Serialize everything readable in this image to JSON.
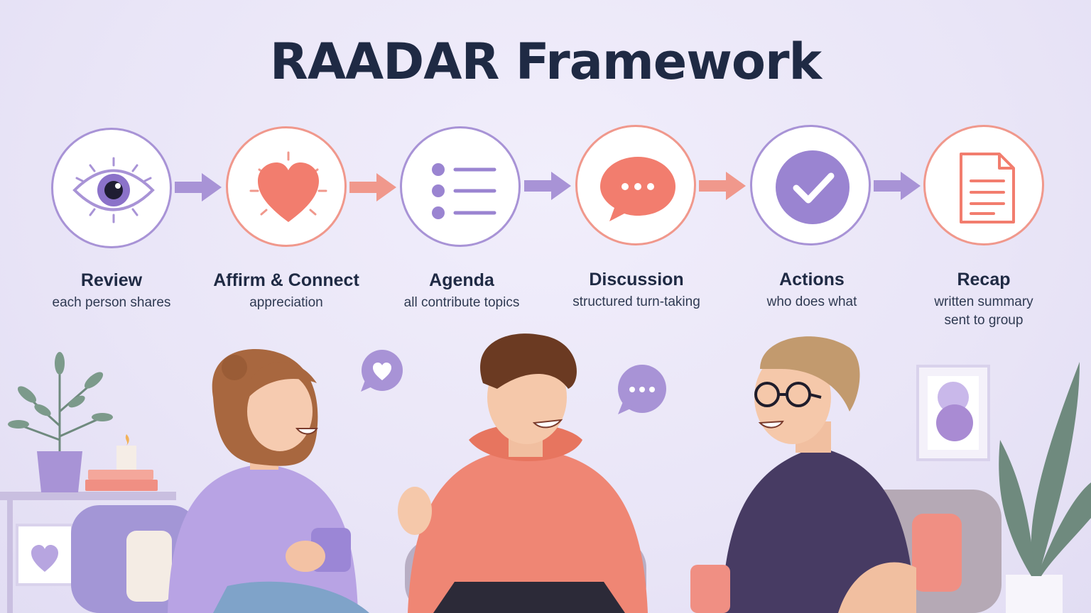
{
  "title": "RAADAR Framework",
  "colors": {
    "lavender": "#a893d6",
    "coral": "#f0988c",
    "navy": "#1f2a44"
  },
  "steps": [
    {
      "title": "Review",
      "subtitle_lines": [
        "each person shares"
      ],
      "icon": "eye-icon"
    },
    {
      "title": "Affirm & Connect",
      "subtitle_lines": [
        "appreciation"
      ],
      "icon": "heart-icon"
    },
    {
      "title": "Agenda",
      "subtitle_lines": [
        "all contribute topics"
      ],
      "icon": "list-icon"
    },
    {
      "title": "Discussion",
      "subtitle_lines": [
        "structured turn-taking"
      ],
      "icon": "speech-bubble-icon"
    },
    {
      "title": "Actions",
      "subtitle_lines": [
        "who does what"
      ],
      "icon": "checkmark-icon"
    },
    {
      "title": "Recap",
      "subtitle_lines": [
        "written summary",
        "sent to group"
      ],
      "icon": "document-icon"
    }
  ],
  "illustration": {
    "people": [
      "woman-lavender-sweater",
      "man-coral-hoodie",
      "man-glasses-navy-shirt"
    ],
    "icons": [
      "heart-bubble-icon",
      "dots-bubble-icon"
    ]
  }
}
